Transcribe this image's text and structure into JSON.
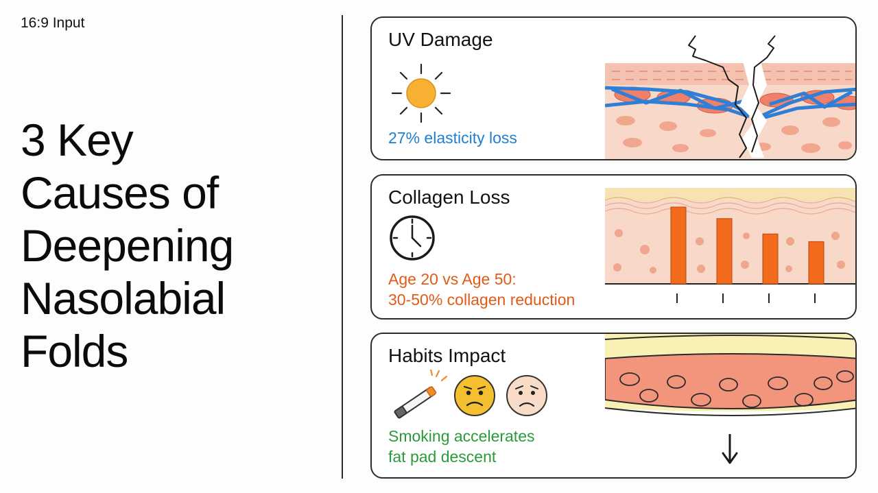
{
  "tag": "16:9 Input",
  "title_lines": [
    "3 Key",
    "Causes of",
    "Deepening",
    "Nasolabial",
    "Folds"
  ],
  "cards": [
    {
      "title": "UV Damage",
      "stat_lines": [
        "27% elasticity loss"
      ],
      "icon": "sun-icon",
      "illustration": "cracked-skin-layers"
    },
    {
      "title": "Collagen Loss",
      "stat_lines": [
        "Age 20 vs Age 50:",
        "30-50% collagen reduction"
      ],
      "icon": "clock-icon",
      "illustration": "collagen-bars",
      "collagen_levels": [
        100,
        85,
        65,
        55
      ]
    },
    {
      "title": "Habits Impact",
      "stat_lines": [
        "Smoking accelerates",
        "fat pad descent"
      ],
      "icons": [
        "cigarette-icon",
        "worried-face-icon",
        "sad-face-icon"
      ],
      "illustration": "fat-pad-descent"
    }
  ],
  "colors": {
    "uv": "#1f7fd1",
    "collagen": "#e25a17",
    "habits": "#2a9a3a",
    "sun": "#f7b032",
    "skin": "#f8d8c8",
    "bar": "#f26a1b"
  }
}
